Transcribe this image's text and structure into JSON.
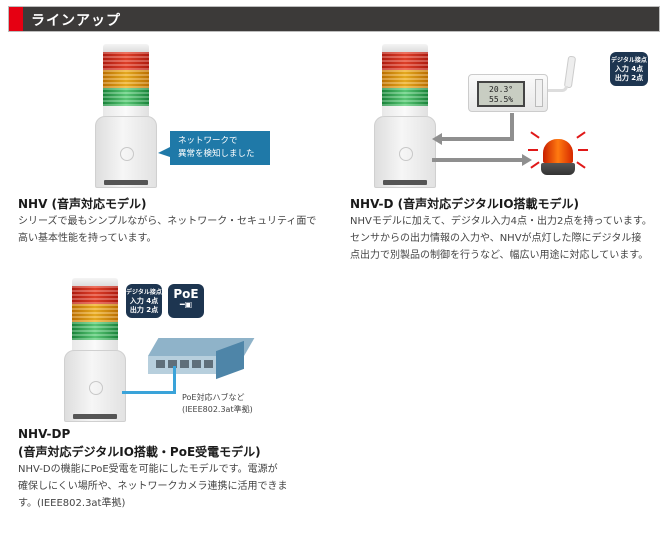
{
  "header": {
    "title": "ラインアップ",
    "accent_color": "#e60012",
    "bar_color": "#3c3a39"
  },
  "products": [
    {
      "id": "nhv",
      "title": "NHV (音声対応モデル)",
      "description": [
        "シリーズで最もシンプルながら、ネットワーク・セキュリティ面で",
        "高い基本性能を持っています。"
      ],
      "callout": [
        "ネットワークで",
        "異常を検知しました"
      ]
    },
    {
      "id": "nhv-d",
      "title": "NHV-D (音声対応デジタルIO搭載モデル)",
      "description": [
        "NHVモデルに加えて、デジタル入力4点・出力2点を持っています。",
        "センサからの出力情報の入力や、NHVが点灯した際にデジタル接",
        "点出力で別製品の制御を行うなど、幅広い用途に対応しています。"
      ],
      "badge": [
        "デジタル接点",
        "入力 4点",
        "出力 2点"
      ],
      "logger_display": [
        "20.3°",
        "55.5%"
      ]
    },
    {
      "id": "nhv-dp",
      "title_line1": "NHV-DP",
      "title_line2": "(音声対応デジタルIO搭載・PoE受電モデル)",
      "description": [
        "NHV-Dの機能にPoE受電を可能にしたモデルです。電源が",
        "確保しにくい場所や、ネットワークカメラ連携に活用できま",
        "す。(IEEE802.3at準拠)"
      ],
      "badge": [
        "デジタル接点",
        "入力 4点",
        "出力 2点"
      ],
      "poe_badge": "PoE",
      "hub_caption": [
        "PoE対応ハブなど",
        "(IEEE802.3at準拠)"
      ]
    }
  ]
}
